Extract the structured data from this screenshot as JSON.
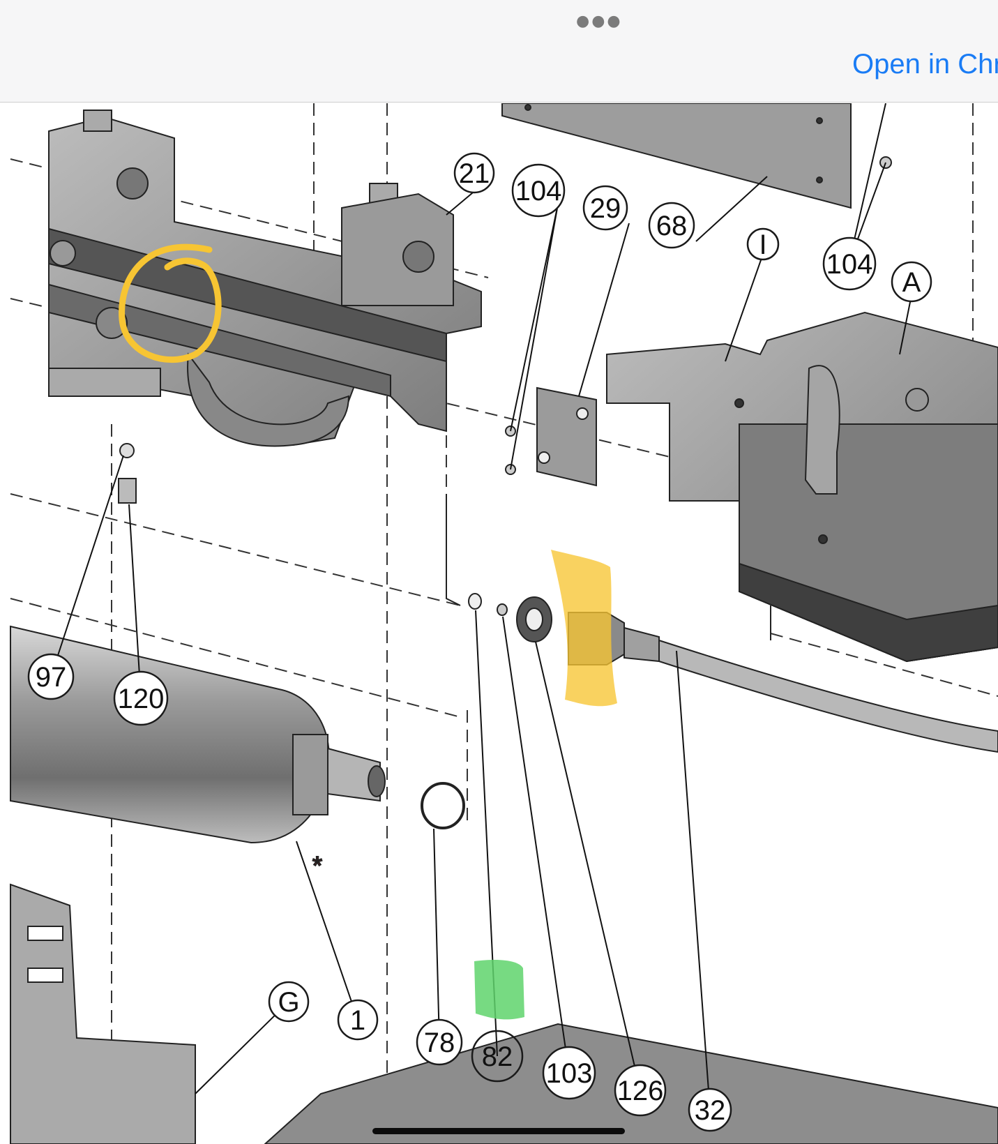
{
  "browser": {
    "more_icon": "ellipsis-icon",
    "open_label": "Open in Chr"
  },
  "diagram": {
    "callouts": [
      "21",
      "104",
      "29",
      "68",
      "I",
      "104",
      "A",
      "97",
      "120",
      "1",
      "G",
      "78",
      "82",
      "103",
      "126",
      "32"
    ],
    "colors": {
      "highlight_yellow": "#f7c533",
      "highlight_green": "#5fd36c",
      "circle_stroke": "#1a1a1a",
      "part_gray": "#8f8f8f",
      "asterisk": "#e02020"
    }
  }
}
